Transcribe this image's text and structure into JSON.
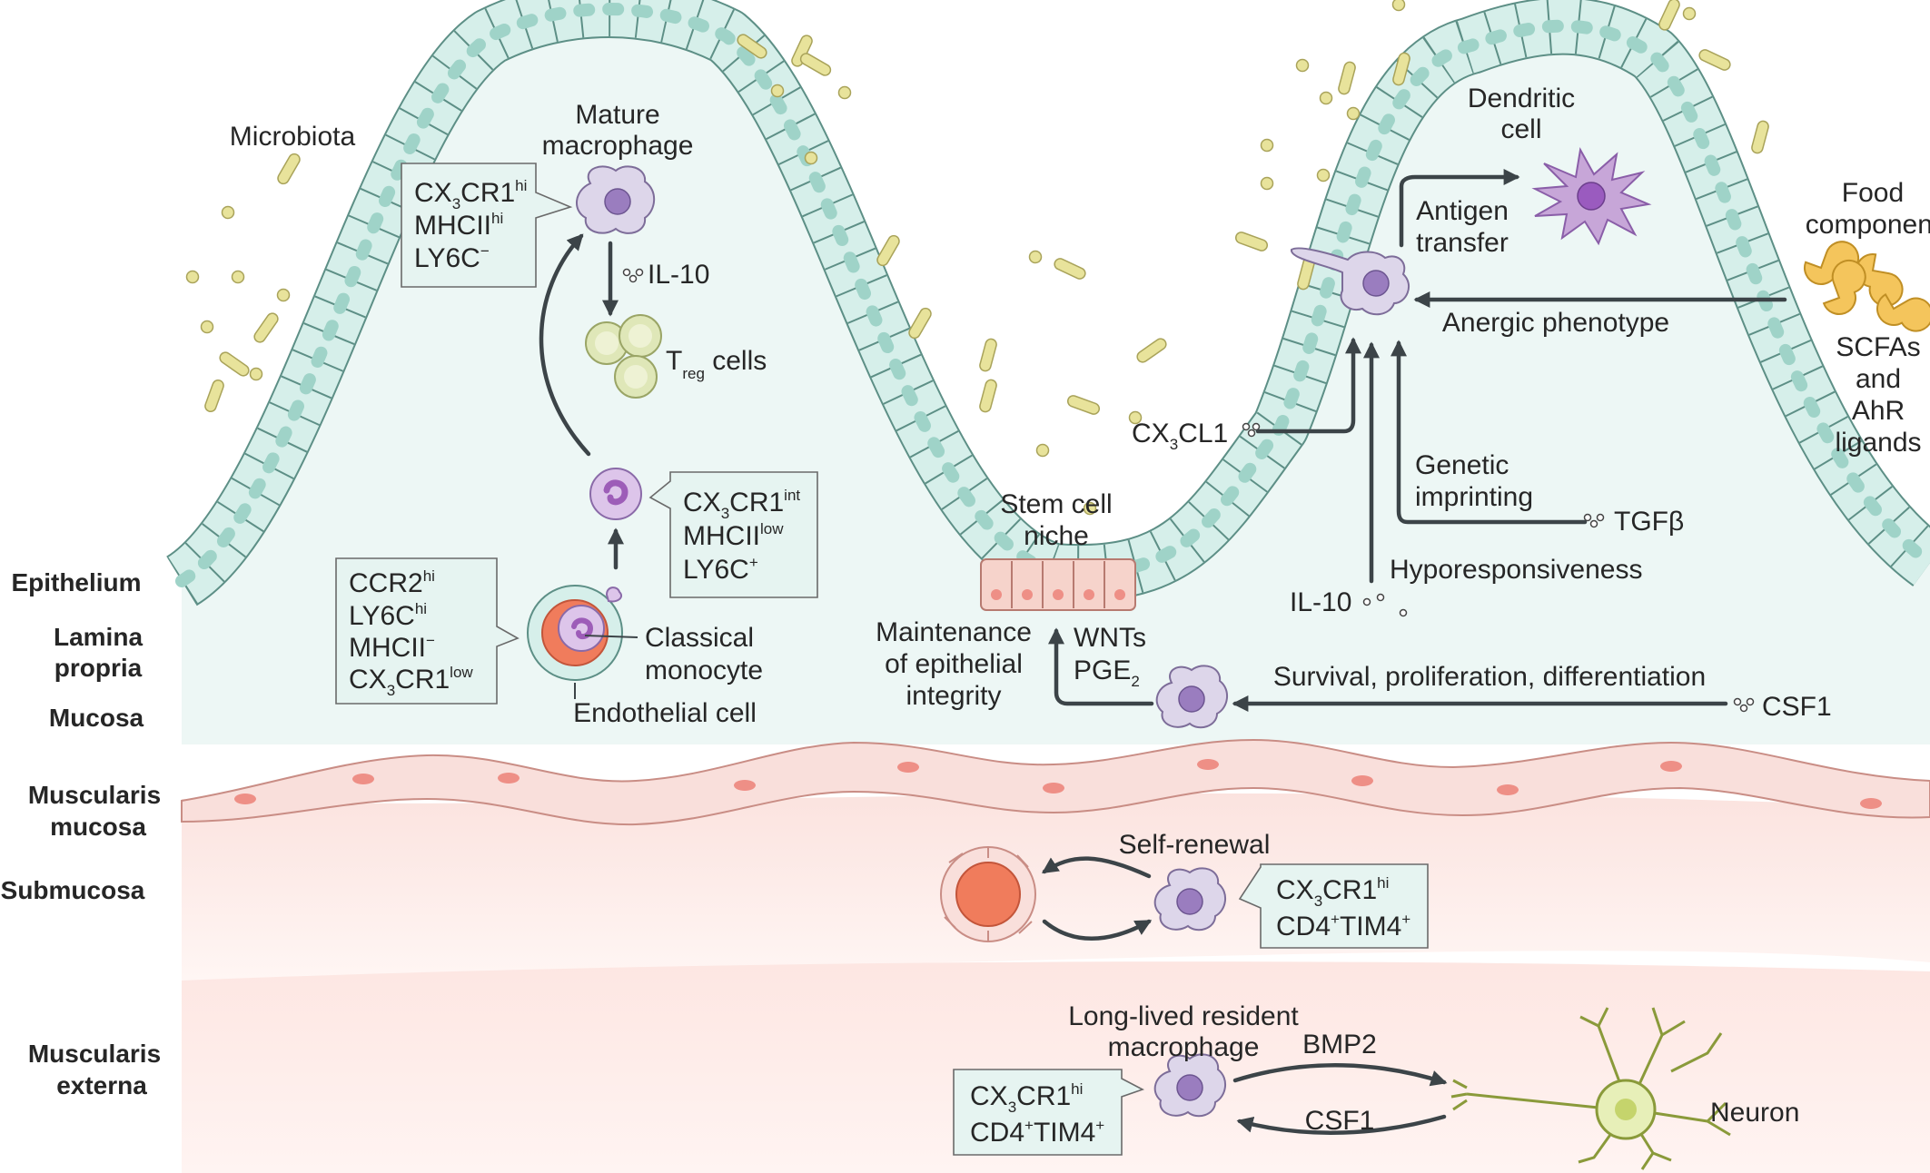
{
  "layers": {
    "epithelium": "Epithelium",
    "lamina_propria": "Lamina propria",
    "mucosa": "Mucosa",
    "muscularis_mucosa": "Muscularis mucosa",
    "submucosa": "Submucosa",
    "muscularis_externa": "Muscularis externa"
  },
  "labels": {
    "microbiota": "Microbiota",
    "mature_macrophage": "Mature macrophage",
    "il10_top": "IL-10",
    "treg_prefix": "T",
    "treg_sub": "reg",
    "treg_suffix": " cells",
    "classical_monocyte": "Classical monocyte",
    "endothelial_cell": "Endothelial cell",
    "stem_cell_niche": "Stem cell niche",
    "dendritic_cell": "Dendritic cell",
    "antigen_transfer": "Antigen transfer",
    "anergic_phenotype": "Anergic phenotype",
    "food_component": "Food component",
    "scfas": "SCFAs and AhR ligands",
    "cx3cl1": "CX3CL1",
    "genetic_imprinting": "Genetic imprinting",
    "tgfb": "TGFβ",
    "hyporesponsiveness": "Hyporesponsiveness",
    "il10_mid": "IL-10",
    "maintenance": "Maintenance of epithelial integrity",
    "wnts": "WNTs",
    "pge2": "PGE",
    "pge2_sub": "2",
    "survival": "Survival, proliferation, differentiation",
    "csf1_mid": "CSF1",
    "self_renewal": "Self-renewal",
    "long_lived": "Long-lived resident macrophage",
    "bmp2": "BMP2",
    "csf1_bottom": "CSF1",
    "neuron": "Neuron"
  },
  "boxes": {
    "mature": [
      "CX3CR1hi",
      "MHCIIhi",
      "LY6C−"
    ],
    "intermediate": [
      "CX3CR1int",
      "MHCIIlow",
      "LY6C+"
    ],
    "monocyte": [
      "CCR2hi",
      "LY6Chi",
      "MHCII−",
      "CX3CR1low"
    ],
    "submucosa": [
      "CX3CR1hi",
      "CD4+TIM4+"
    ],
    "externa": [
      "CX3CR1hi",
      "CD4+TIM4+"
    ]
  },
  "colors": {
    "lumen_fill": "#edf7f5",
    "epithelial_cell": "#d6efea",
    "epithelial_nucleus": "#a9d9cf",
    "stem_cell": "#f6d3cb",
    "muscle": "#f9dfdb",
    "muscle_nucleus": "#ee8f86",
    "macrophage": "#ddd6ea",
    "macrophage_nucleus": "#9a7dbf",
    "dendritic_cell": "#c7a6d8",
    "treg": "#dfe7b8",
    "bacteria": "#e8e39b",
    "food": "#f4c55c",
    "arrow": "#3c4448",
    "box": "#e6f4f1"
  }
}
